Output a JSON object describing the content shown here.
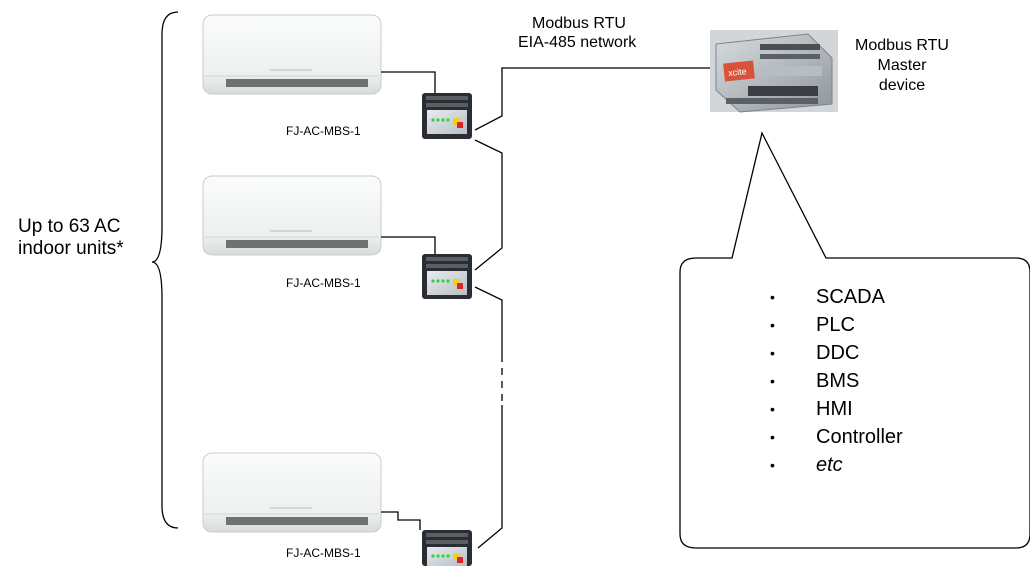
{
  "range_label": [
    "Up to 63 AC",
    "indoor units*"
  ],
  "network_label": [
    "Modbus RTU",
    "EIA-485 network"
  ],
  "master_label": [
    "Modbus RTU",
    "Master",
    "device"
  ],
  "master_brand": "xcite",
  "devices": [
    {
      "label": "FJ-AC-MBS-1"
    },
    {
      "label": "FJ-AC-MBS-1"
    },
    {
      "label": "FJ-AC-MBS-1"
    }
  ],
  "bubble_items": [
    {
      "text": "SCADA",
      "italic": false
    },
    {
      "text": "PLC",
      "italic": false
    },
    {
      "text": "DDC",
      "italic": false
    },
    {
      "text": "BMS",
      "italic": false
    },
    {
      "text": "HMI",
      "italic": false
    },
    {
      "text": "Controller",
      "italic": false
    },
    {
      "text": "etc",
      "italic": true
    }
  ],
  "bullet_glyph": "•",
  "colors": {
    "line": "#000000",
    "ac_body": "#f1f3f3",
    "gateway": "#2a2d31",
    "led_green": "#31d23a",
    "led_red": "#e02424",
    "led_yellow": "#f2d216",
    "master_accent": "#d8523a"
  }
}
